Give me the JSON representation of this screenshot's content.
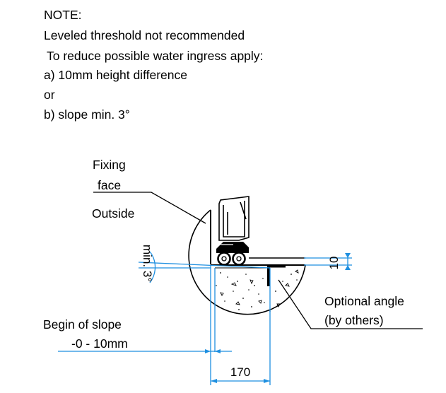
{
  "note": {
    "lines": [
      "NOTE:",
      "Leveled threshold not recommended",
      "To reduce possible water ingress apply:",
      "a) 10mm height difference",
      "or",
      "b) slope min. 3°"
    ]
  },
  "labels": {
    "fixing": "Fixing",
    "face": "face",
    "outside": "Outside",
    "slope_angle": "min. 3°",
    "dim_height": "10",
    "optional_angle": "Optional angle",
    "by_others": "(by others)",
    "begin_of_slope": "Begin of slope",
    "slope_range": "-0 - 10mm",
    "dim_width": "170"
  },
  "colors": {
    "line": "#000000",
    "dimension": "#1e8fe0"
  }
}
